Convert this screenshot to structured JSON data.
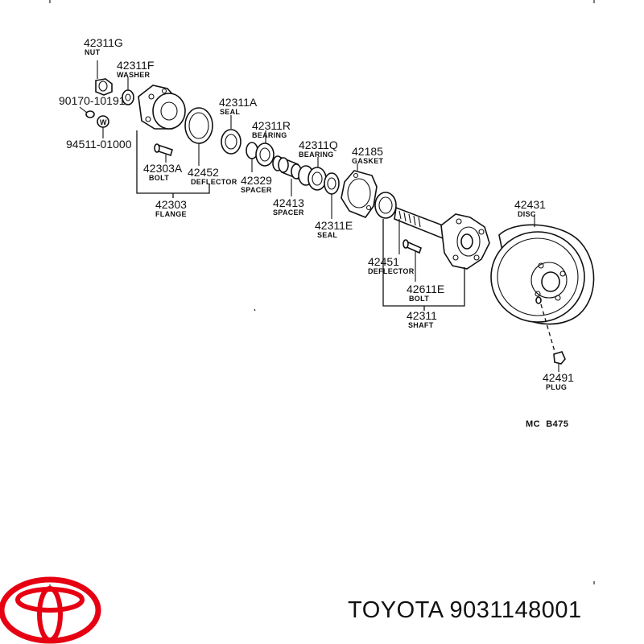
{
  "parts": {
    "p42311G": {
      "number": "42311G",
      "name": "NUT"
    },
    "p42311F": {
      "number": "42311F",
      "name": "WASHER"
    },
    "p90170": {
      "number": "90170-10191"
    },
    "p94511": {
      "number": "94511-01000"
    },
    "p42311A": {
      "number": "42311A",
      "name": "SEAL"
    },
    "p42311R": {
      "number": "42311R",
      "name": "BEARING"
    },
    "p42311Q": {
      "number": "42311Q",
      "name": "BEARING"
    },
    "p42185": {
      "number": "42185",
      "name": "GASKET"
    },
    "p42303A": {
      "number": "42303A",
      "name": "BOLT"
    },
    "p42452": {
      "number": "42452",
      "name": "DEFLECTOR"
    },
    "p42329": {
      "number": "42329",
      "name": "SPACER"
    },
    "p42413": {
      "number": "42413",
      "name": "SPACER"
    },
    "p42311E": {
      "number": "42311E",
      "name": "SEAL"
    },
    "p42303": {
      "number": "42303",
      "name": "FLANGE"
    },
    "p42431": {
      "number": "42431",
      "name": "DISC"
    },
    "p42451": {
      "number": "42451",
      "name": "DEFLECTOR"
    },
    "p42611E": {
      "number": "42611E",
      "name": "BOLT"
    },
    "p42311": {
      "number": "42311",
      "name": "SHAFT"
    },
    "p42491": {
      "number": "42491",
      "name": "PLUG"
    }
  },
  "washer_mark": "W",
  "diagram_ref": "MC  B475",
  "footer": {
    "title": "TOYOTA 9031148001"
  },
  "colors": {
    "logo": "#e60012",
    "ink": "#111111"
  }
}
